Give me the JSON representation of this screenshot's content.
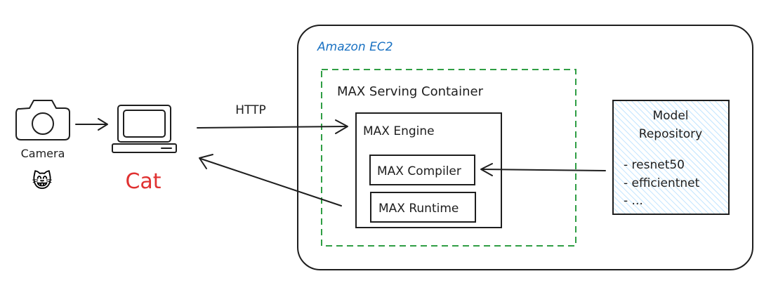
{
  "ec2": {
    "title": "Amazon EC2"
  },
  "container": {
    "title": "MAX Serving Container"
  },
  "engine": {
    "title": "MAX Engine",
    "compiler_label": "MAX Compiler",
    "runtime_label": "MAX Runtime"
  },
  "repository": {
    "title_line1": "Model",
    "title_line2": "Repository",
    "items": [
      "- resnet50",
      "- efficientnet",
      "- ..."
    ]
  },
  "camera": {
    "label": "Camera",
    "emoji": "😸"
  },
  "client": {
    "label": "Cat"
  },
  "http": {
    "label": "HTTP"
  },
  "colors": {
    "ec2_title": "#1971c2",
    "client_label": "#e03131",
    "container_border": "#2f9e44",
    "repository_hatch": "#a5d8ff",
    "stroke": "#1e1e1e"
  },
  "icons": {
    "camera": "camera-icon",
    "computer": "computer-icon"
  }
}
